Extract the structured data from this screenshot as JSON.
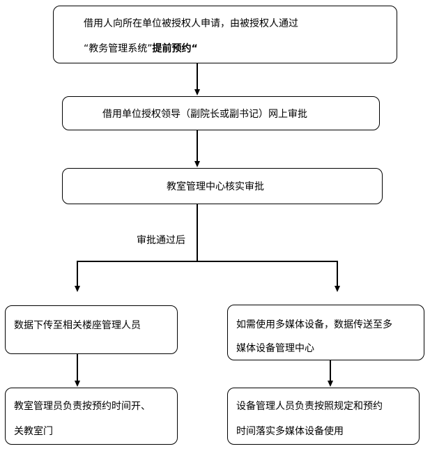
{
  "step1": {
    "line1": "借用人向所在单位被授权人申请，由被授权人通过",
    "line2_quote": "“教务管理系统”",
    "line2_bold": "提前预约“"
  },
  "step2": {
    "text": "借用单位授权领导（副院长或副书记）网上审批"
  },
  "step3": {
    "text": "教室管理中心核实审批"
  },
  "branch_label": "审批通过后",
  "left": {
    "box1": "数据下传至相关楼座管理人员",
    "box2_line1": "教室管理员负责按预约时间开、",
    "box2_line2": "关教室门"
  },
  "right": {
    "box1_line1": "如需使用多媒体设备，数据传送至多",
    "box1_line2": "媒体设备管理中心",
    "box2_line1": "设备管理人员负责按照规定和预约",
    "box2_line2": "时间落实多媒体设备使用"
  }
}
